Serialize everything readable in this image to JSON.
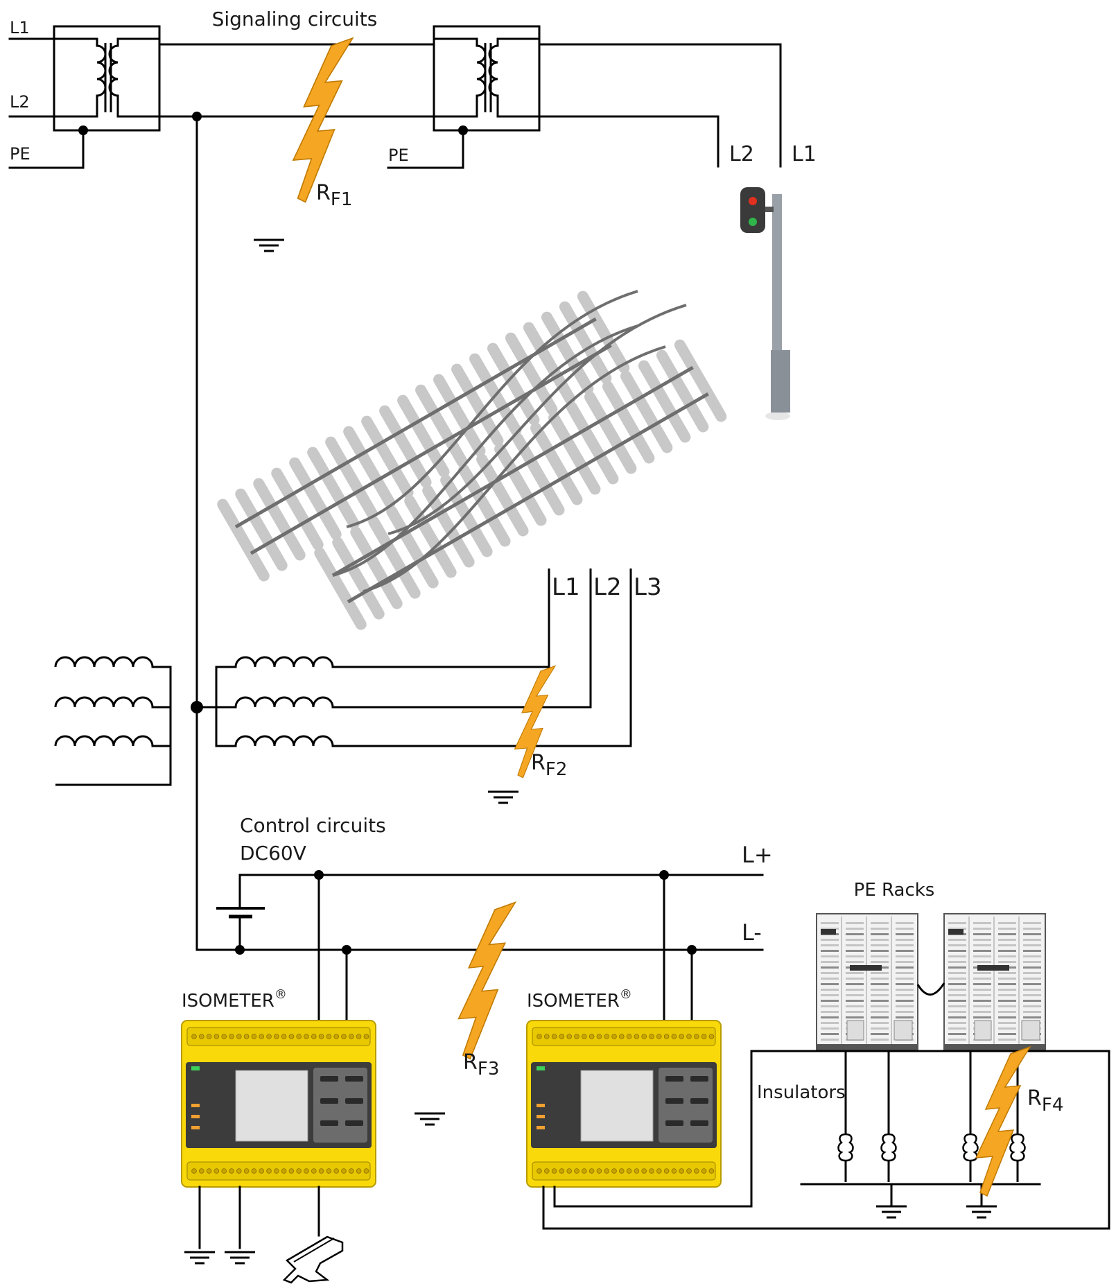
{
  "labels": {
    "signaling": "Signaling circuits",
    "l1": "L1",
    "l2": "L2",
    "l3": "L3",
    "pe": "PE",
    "control": "Control circuits",
    "dc": "DC60V",
    "lplus": "L+",
    "lminus": "L-",
    "pe_racks": "PE Racks",
    "insulators": "Insulators",
    "isometer": "ISOMETER",
    "reg": "®"
  },
  "faults": [
    {
      "r": "R",
      "sub": "F1"
    },
    {
      "r": "R",
      "sub": "F2"
    },
    {
      "r": "R",
      "sub": "F3"
    },
    {
      "r": "R",
      "sub": "F4"
    }
  ],
  "colors": {
    "wire": "#000000",
    "lightning": "#f5a623",
    "lightning_stroke": "#c07a00",
    "device_yellow": "#f9d90a",
    "device_grey": "#3c3c3c",
    "rail": "#6e6e6e",
    "sleeper": "#c8c8c8",
    "signal_red": "#e03020",
    "signal_green": "#2fb54a"
  },
  "icons": [
    "transformer-icon",
    "lightning-fault-icon",
    "ground-icon",
    "traffic-signal-icon",
    "railway-switch-icon",
    "isometer-device-icon",
    "pe-rack-icon",
    "insulator-icon",
    "rail-profile-icon"
  ]
}
